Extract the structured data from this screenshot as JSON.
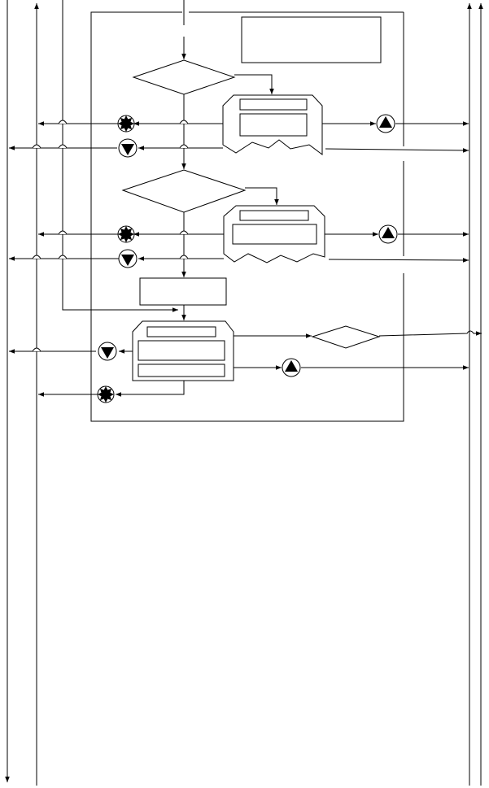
{
  "diagram": {
    "kind": "flowchart",
    "text_labels": [],
    "colors": {
      "line": "#000000",
      "background": "#ffffff"
    },
    "symbol_types": [
      "decision-diamond",
      "process-rectangle",
      "note-box",
      "octagon-frame",
      "star-marker",
      "triangle-down-marker",
      "triangle-up-marker"
    ]
  }
}
